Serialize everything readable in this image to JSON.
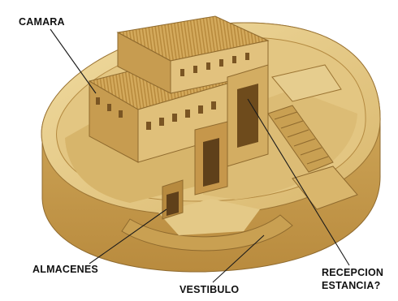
{
  "labels": {
    "camara": "CAMARA",
    "almacenes": "ALMACENES",
    "vestibulo": "VESTIBULO",
    "recepcion": "RECEPCION",
    "estancia": "ESTANCIA?"
  },
  "colors": {
    "stone_light": "#e8cf8c",
    "stone_mid": "#d2ad5e",
    "stone_dark": "#a67c34",
    "shadow": "#7a5523",
    "leader_line": "#1a1a1a"
  }
}
